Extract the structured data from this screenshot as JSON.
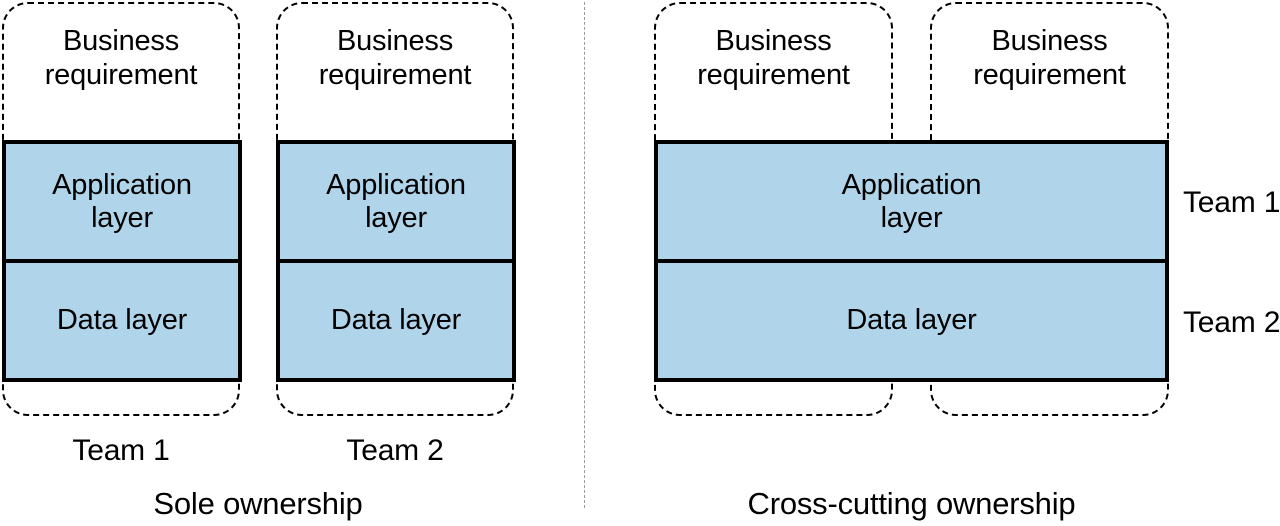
{
  "diagram": {
    "title_not_shown": "",
    "colors": {
      "layer_fill": "#b0d5ea",
      "stroke": "#000000",
      "divider": "#9a9a9a",
      "background": "#ffffff"
    },
    "panels": [
      {
        "id": "sole-ownership",
        "caption": "Sole ownership",
        "columns": [
          {
            "requirement": "Business\nrequirement",
            "team_caption": "Team 1",
            "layers": [
              {
                "label": "Application\nlayer"
              },
              {
                "label": "Data layer"
              }
            ]
          },
          {
            "requirement": "Business\nrequirement",
            "team_caption": "Team 2",
            "layers": [
              {
                "label": "Application\nlayer"
              },
              {
                "label": "Data layer"
              }
            ]
          }
        ]
      },
      {
        "id": "cross-cutting-ownership",
        "caption": "Cross-cutting ownership",
        "requirements": [
          "Business\nrequirement",
          "Business\nrequirement"
        ],
        "layers": [
          {
            "label": "Application\nlayer",
            "owner": "Team 1"
          },
          {
            "label": "Data layer",
            "owner": "Team 2"
          }
        ]
      }
    ]
  }
}
